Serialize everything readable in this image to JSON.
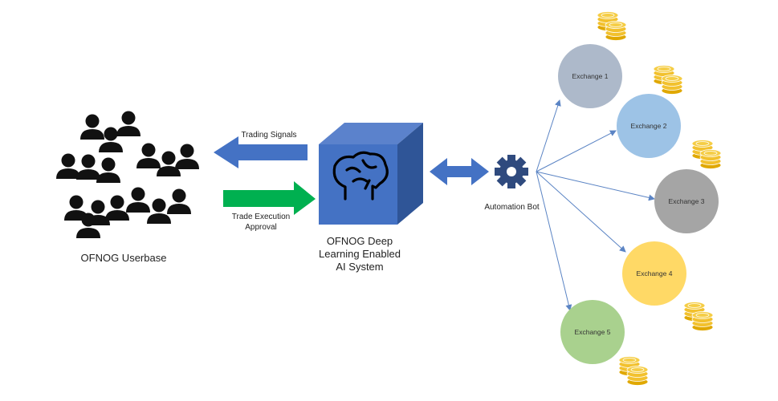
{
  "userbase": {
    "label": "OFNOG Userbase"
  },
  "arrows": {
    "signals_label": "Trading Signals",
    "approval_line1": "Trade Execution",
    "approval_line2": "Approval"
  },
  "ai_system": {
    "line1": "OFNOG Deep",
    "line2": "Learning Enabled",
    "line3": "AI System"
  },
  "bot": {
    "label": "Automation Bot"
  },
  "exchanges": [
    {
      "label": "Exchange 1",
      "color": "#ADB9CA"
    },
    {
      "label": "Exchange 2",
      "color": "#9DC3E6"
    },
    {
      "label": "Exchange 3",
      "color": "#A5A5A5"
    },
    {
      "label": "Exchange 4",
      "color": "#FFD966"
    },
    {
      "label": "Exchange 5",
      "color": "#A9D18E"
    }
  ],
  "colors": {
    "signal_arrow": "#4472C4",
    "approval_arrow": "#00B050",
    "cube_front": "#4472C4",
    "cube_top": "#5B82CC",
    "cube_side": "#2F5597",
    "connector": "#5B84C4",
    "coin": "#F2C12E"
  }
}
